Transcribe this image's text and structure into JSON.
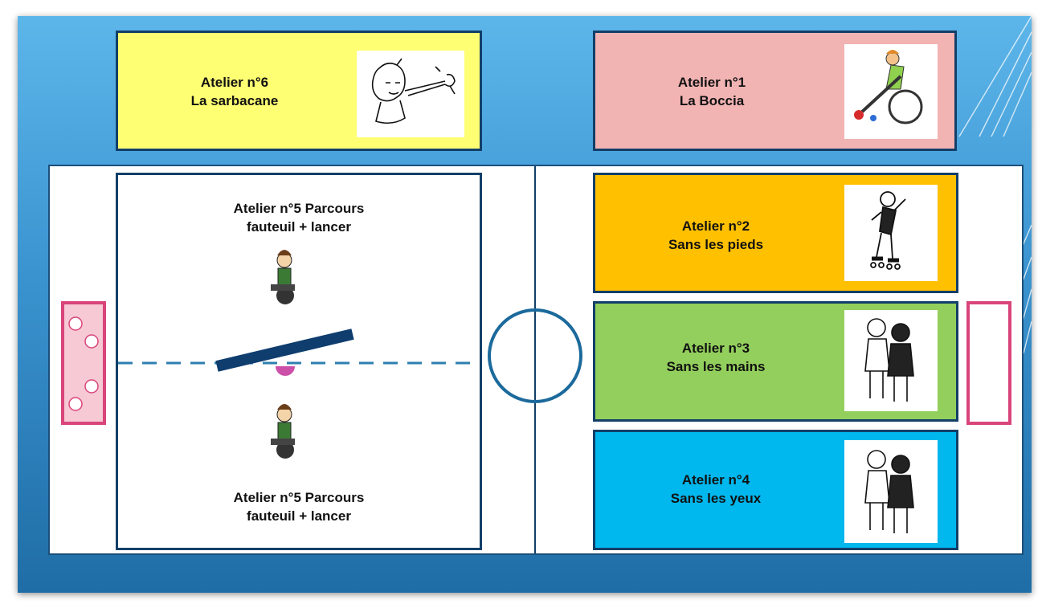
{
  "colors": {
    "atelier1": "#f2b3b3",
    "atelier2": "#ffc000",
    "atelier3": "#93cf5c",
    "atelier4": "#00b7ee",
    "atelier6": "#ffff73",
    "frame": "#123f68",
    "goal": "#d9447a",
    "ball": "#cc4fa8"
  },
  "workshops": {
    "a6": {
      "line1": "Atelier n°6",
      "line2": "La sarbacane",
      "icon": "sarbacane-drawing-icon"
    },
    "a1": {
      "line1": "Atelier n°1",
      "line2": "La Boccia",
      "icon": "wheelchair-boccia-icon"
    },
    "a2": {
      "line1": "Atelier n°2",
      "line2": "Sans les pieds",
      "icon": "roller-skater-icon"
    },
    "a3": {
      "line1": "Atelier n°3",
      "line2": "Sans les mains",
      "icon": "two-kids-icon"
    },
    "a4": {
      "line1": "Atelier n°4",
      "line2": "Sans les yeux",
      "icon": "two-kids-icon"
    },
    "a5_top": {
      "line1": "Atelier n°5 Parcours",
      "line2": "fauteuil + lancer",
      "icon": "wheelchair-user-icon"
    },
    "a5_bottom": {
      "line1": "Atelier n°5 Parcours",
      "line2": "fauteuil + lancer",
      "icon": "wheelchair-user-icon"
    }
  }
}
